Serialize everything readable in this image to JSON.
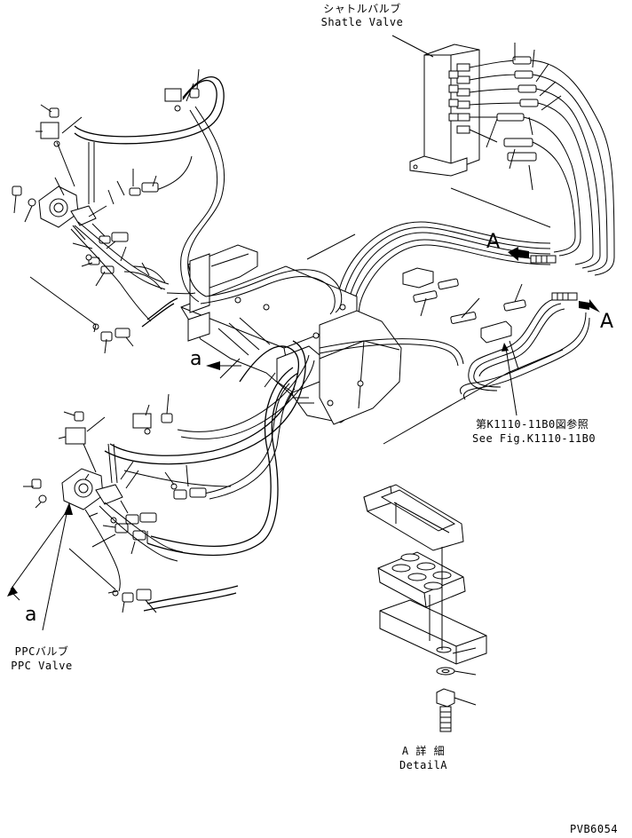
{
  "labels": {
    "shuttle_valve_jp": "シャトルバルブ",
    "shuttle_valve_en": "Shatle Valve",
    "view_a_right": "A",
    "view_a_left": "A",
    "arrow_a_upper": "a",
    "arrow_a_lower": "a",
    "see_fig_jp": "第K1110-11B0図参照",
    "see_fig_en": "See Fig.K1110-11B0",
    "ppc_valve_jp": "PPCバルブ",
    "ppc_valve_en": "PPC Valve",
    "detail_a_jp": "A 詳 細",
    "detail_a_en": "DetailA",
    "drawing_code": "PVB6054"
  },
  "colors": {
    "line": "#000000",
    "background": "#ffffff"
  }
}
